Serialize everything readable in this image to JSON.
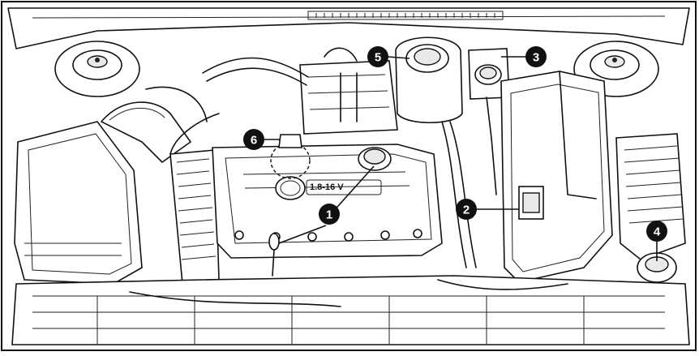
{
  "engine_cover_text": "1.8-16 V",
  "callouts": [
    {
      "label": "1",
      "component": "oil-filler-cap-and-dipstick"
    },
    {
      "label": "2",
      "component": "battery-cover"
    },
    {
      "label": "3",
      "component": "brake-fluid-reservoir"
    },
    {
      "label": "4",
      "component": "washer-fluid-reservoir"
    },
    {
      "label": "5",
      "component": "coolant-expansion-tank"
    },
    {
      "label": "6",
      "component": "power-steering-reservoir"
    }
  ]
}
